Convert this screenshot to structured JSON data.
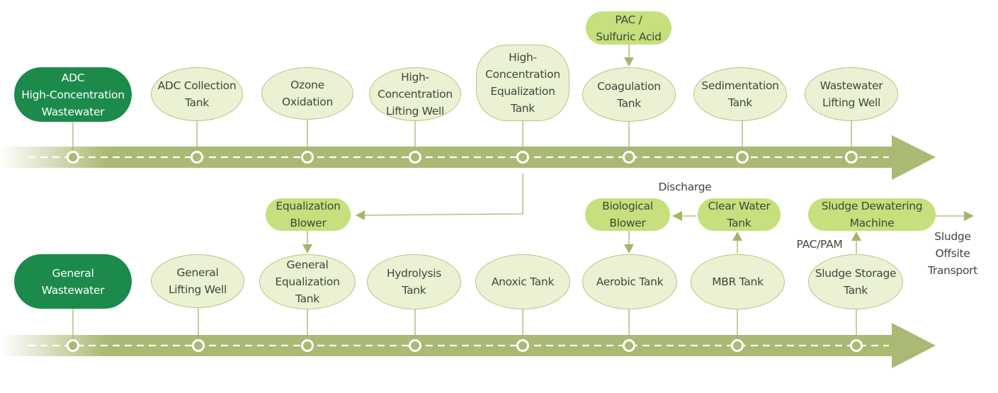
{
  "colors": {
    "track": "#aab973",
    "source_fill": "#1b8a4b",
    "tank_fill": "#ebf2d3",
    "tank_border": "#b5c47f",
    "aux_fill": "#c5e07c",
    "connector": "#a4b56a",
    "dash": "#ffffff"
  },
  "top_row": {
    "source": "ADC\nHigh-Concentration\nWastewater",
    "steps": [
      "ADC Collection\nTank",
      "Ozone\nOxidation",
      "High-\nConcentration\nLifting Well",
      "High-\nConcentration\nEqualization\nTank",
      "Coagulation\nTank",
      "Sedimentation\nTank",
      "Wastewater\nLifting Well"
    ],
    "dosing": "PAC /\nSulfuric Acid"
  },
  "bottom_row": {
    "source": "General\nWastewater",
    "steps": [
      "General\nLifting Well",
      "General\nEqualization\nTank",
      "Hydrolysis\nTank",
      "Anoxic Tank",
      "Aerobic Tank",
      "MBR Tank",
      "Sludge Storage\nTank"
    ],
    "equalization_blower": "Equalization\nBlower",
    "biological_blower": "Biological\nBlower",
    "clear_water_tank": "Clear Water\nTank",
    "sludge_dewatering": "Sludge Dewatering\nMachine",
    "discharge_label": "Discharge",
    "pac_pam_label": "PAC/PAM",
    "sludge_transport_label": "Sludge\nOffsite\nTransport"
  }
}
